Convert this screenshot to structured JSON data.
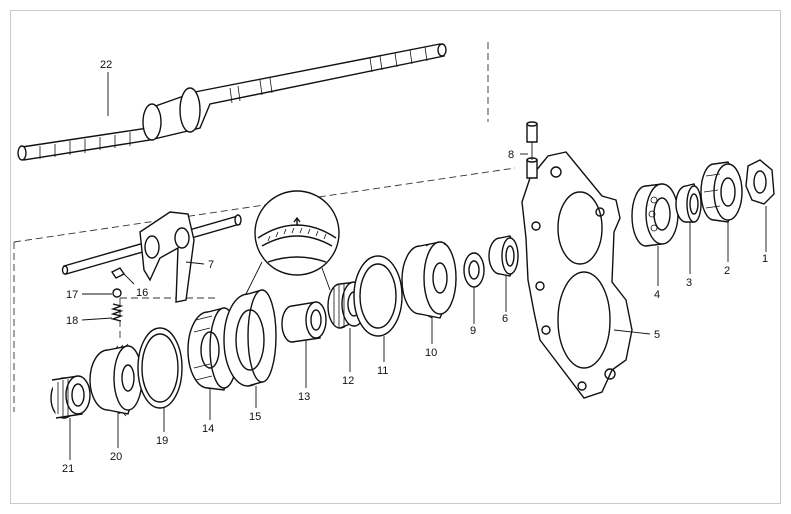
{
  "diagram": {
    "type": "exploded-parts-view",
    "part_numbers": [
      "1",
      "2",
      "3",
      "4",
      "5",
      "6",
      "7",
      "8",
      "9",
      "10",
      "11",
      "12",
      "13",
      "14",
      "15",
      "16",
      "17",
      "18",
      "19",
      "20",
      "21",
      "22"
    ],
    "frame_color": "#c9c9c9",
    "ink_color": "#111111"
  }
}
